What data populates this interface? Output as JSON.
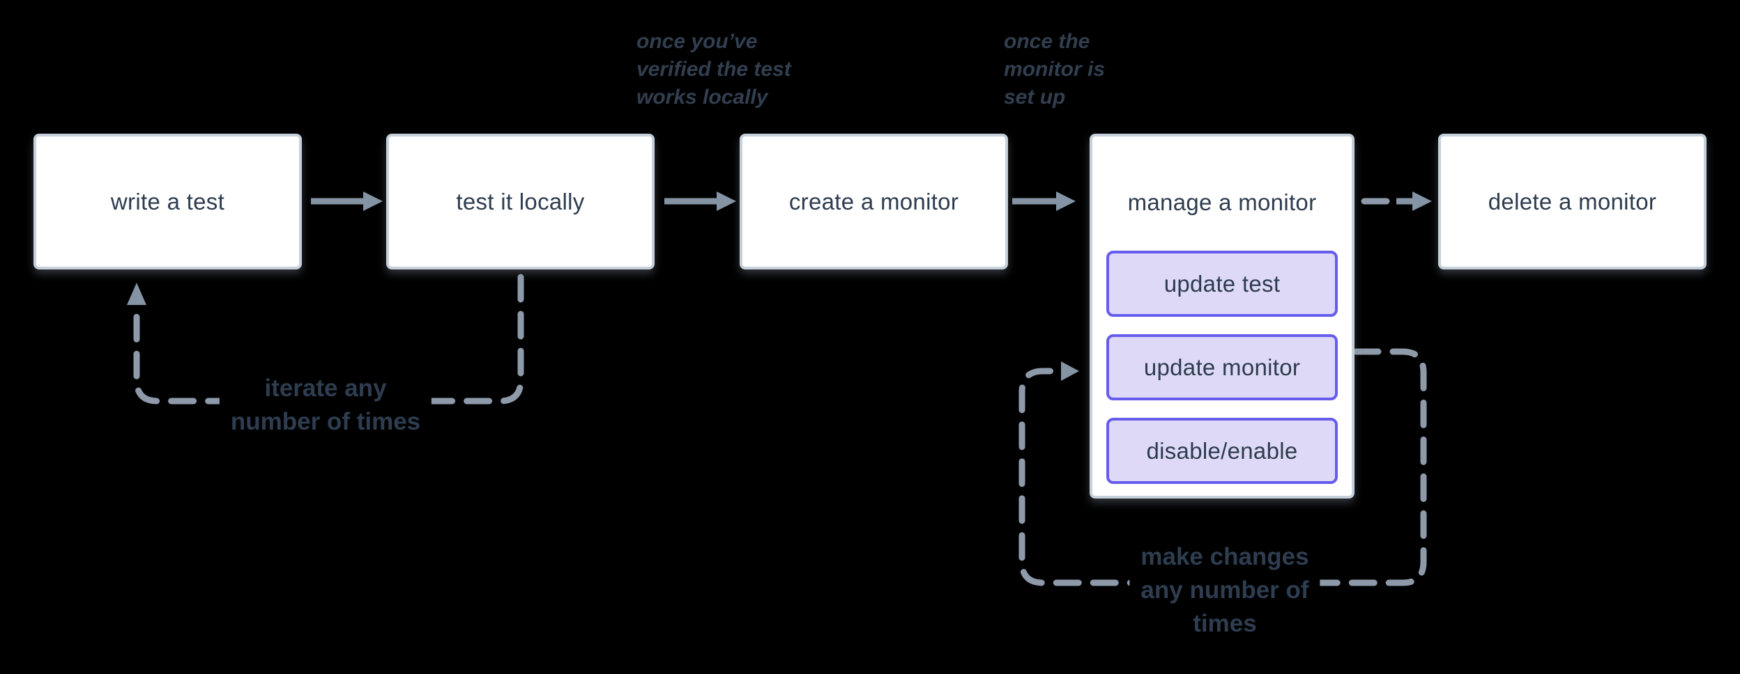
{
  "colors": {
    "bg": "#000000",
    "box-border": "#c6d0db",
    "ink": "#2d3c4e",
    "arrow": "#8494a4",
    "dash": "#8e9aaa",
    "purple": "#665ced",
    "lavender": "#ded9f6",
    "note": "#323f50",
    "label": "#2e3d50"
  },
  "boxes": [
    {
      "label": "write a test"
    },
    {
      "label": "test it locally"
    },
    {
      "label": "create a monitor"
    },
    {
      "label": "manage a monitor",
      "buttons": [
        "update test",
        "update monitor",
        "disable/enable"
      ]
    },
    {
      "label": "delete a monitor"
    }
  ],
  "annotations": [
    {
      "text": "once you’ve\nverified the test\nworks locally"
    },
    {
      "text": "once the\nmonitor is\nset up"
    }
  ],
  "loop_labels": [
    {
      "text": "iterate any\nnumber of times"
    },
    {
      "text": "make changes\nany number of\ntimes"
    }
  ]
}
